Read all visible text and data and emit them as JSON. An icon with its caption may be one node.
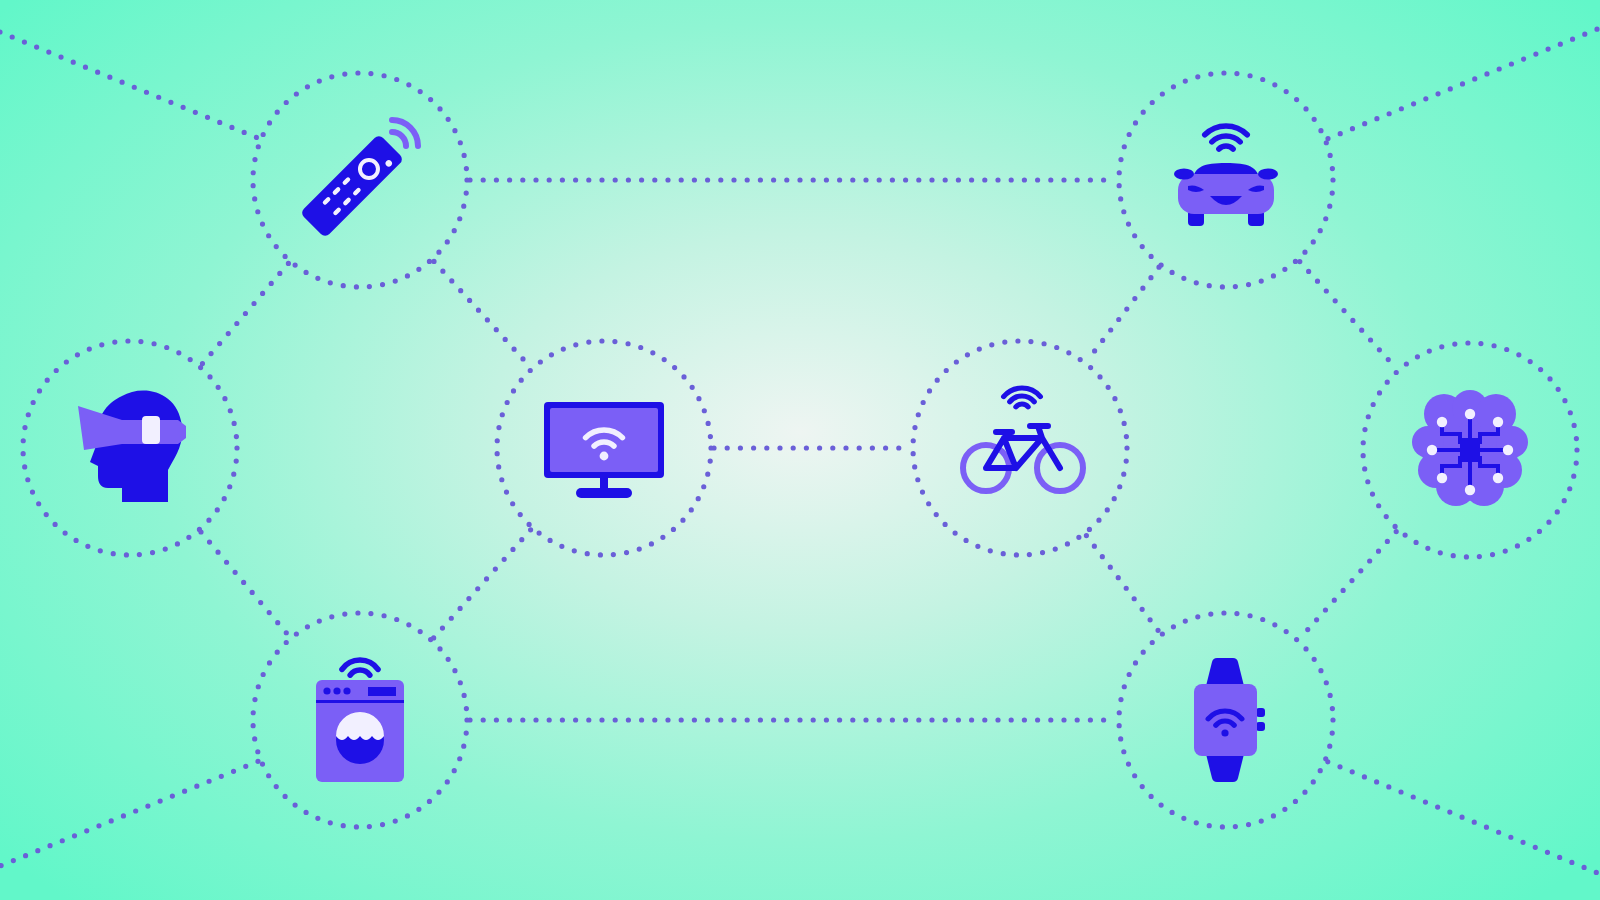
{
  "diagram": {
    "nodes": [
      {
        "text": [],
        "shape": "picture"
      },
      {
        "text": [],
        "shape": "picture"
      },
      {
        "text": [],
        "shape": "picture"
      },
      {
        "text": [],
        "shape": "picture"
      },
      {
        "text": [],
        "shape": "picture"
      },
      {
        "text": [],
        "shape": "picture"
      },
      {
        "text": [],
        "shape": "picture"
      },
      {
        "text": [],
        "shape": "picture"
      }
    ],
    "edges": [
      {
        "from": null,
        "to": 0,
        "arrow": "none"
      },
      {
        "from": 0,
        "to": 1,
        "arrow": "none"
      },
      {
        "from": 0,
        "to": 2,
        "arrow": "none"
      },
      {
        "from": 0,
        "to": 3,
        "arrow": "none"
      },
      {
        "from": 1,
        "to": null,
        "arrow": "none"
      },
      {
        "from": 1,
        "to": 4,
        "arrow": "none"
      },
      {
        "from": 1,
        "to": 5,
        "arrow": "none"
      },
      {
        "from": 2,
        "to": 6,
        "arrow": "none"
      },
      {
        "from": 3,
        "to": 4,
        "arrow": "none"
      },
      {
        "from": 3,
        "to": 6,
        "arrow": "none"
      },
      {
        "from": 4,
        "to": 7,
        "arrow": "none"
      },
      {
        "from": 5,
        "to": 7,
        "arrow": "none"
      },
      {
        "from": 6,
        "to": 7,
        "arrow": "none"
      },
      {
        "from": 6,
        "to": null,
        "arrow": "none"
      },
      {
        "from": 7,
        "to": null,
        "arrow": "none"
      }
    ]
  }
}
